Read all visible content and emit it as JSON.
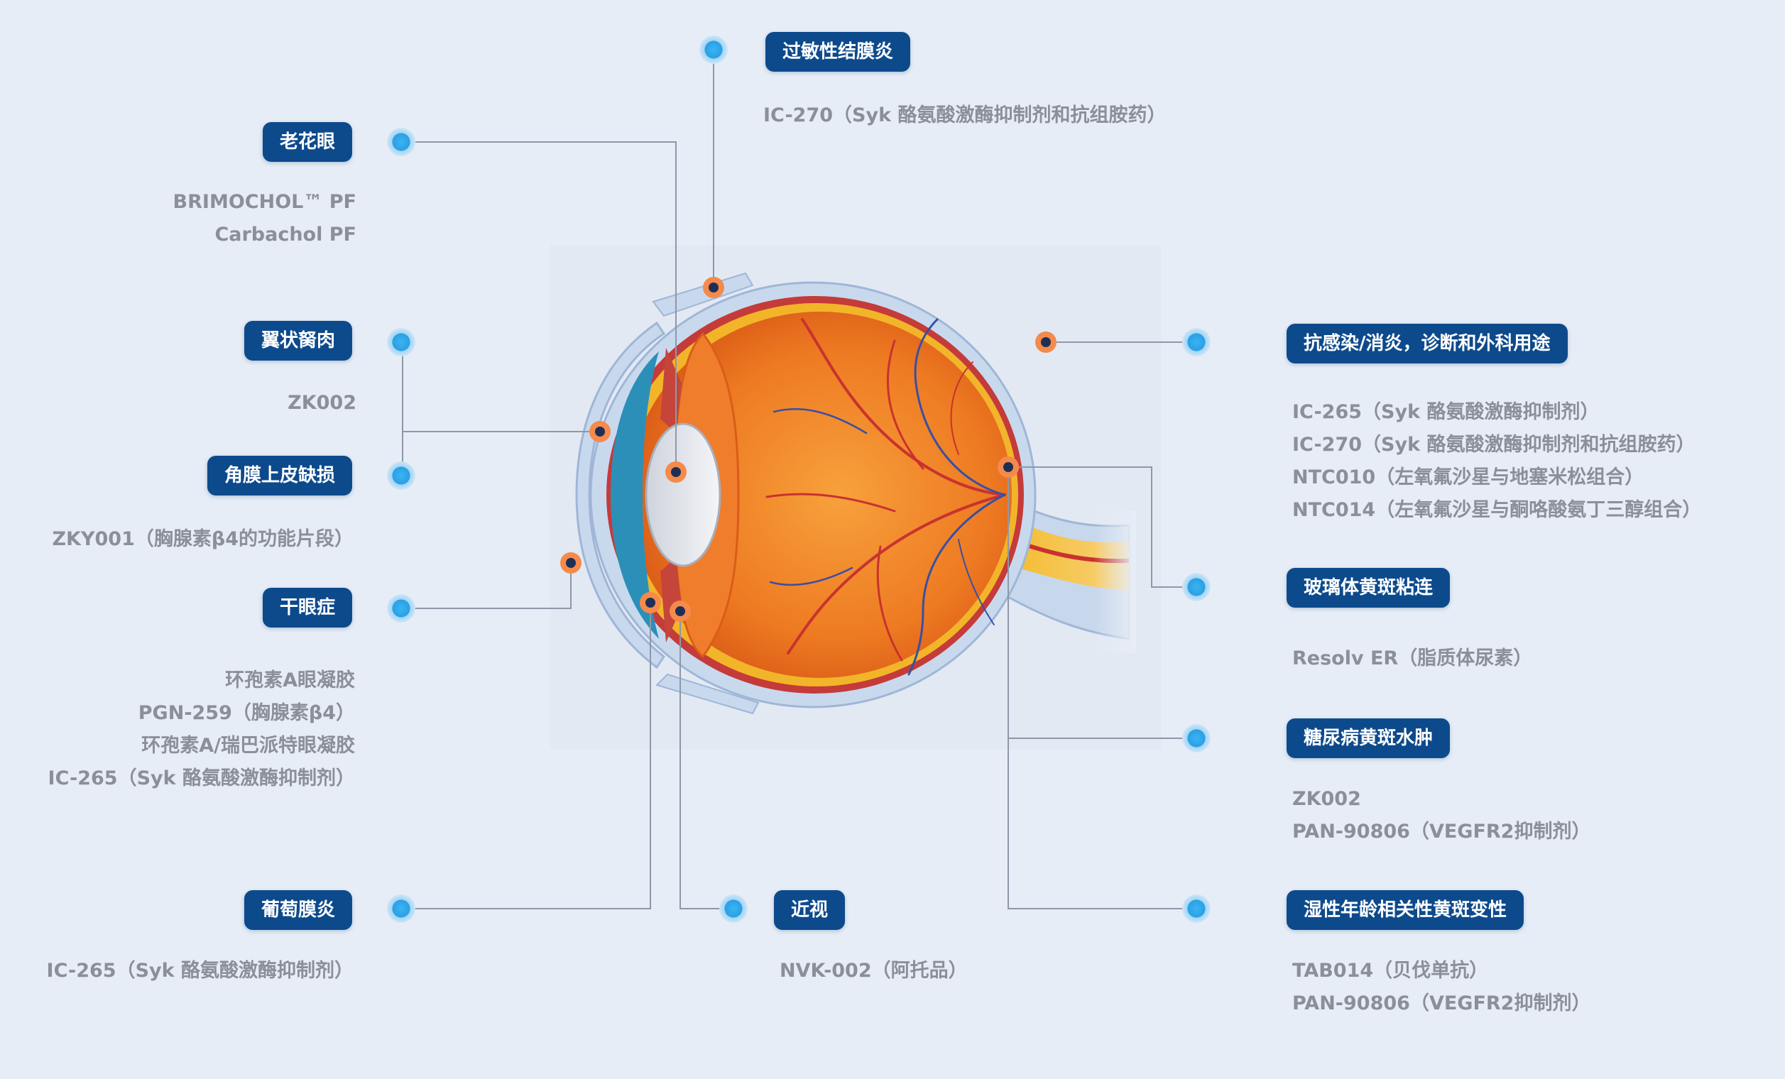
{
  "colors": {
    "background": "#e7edf6",
    "tag_bg": "#0d4a8c",
    "tag_text": "#ffffff",
    "desc_text": "#8b8f97",
    "connector": "#8e98a8",
    "node_blue": "#2fa8ea",
    "pin_orange": "#f58a4b",
    "pin_core": "#1e2f55"
  },
  "conditions": {
    "allergic_conjunctivitis": {
      "label": "过敏性结膜炎",
      "products": [
        "IC-270（Syk 酪氨酸激酶抑制剂和抗组胺药）"
      ]
    },
    "presbyopia": {
      "label": "老花眼",
      "products": [
        "BRIMOCHOL™ PF",
        "Carbachol PF"
      ]
    },
    "pterygium": {
      "label": "翼状胬肉",
      "products": [
        "ZK002"
      ]
    },
    "corneal_epithelial_defect": {
      "label": "角膜上皮缺损",
      "products": [
        "ZKY001（胸腺素β4的功能片段）"
      ]
    },
    "dry_eye": {
      "label": "干眼症",
      "products": [
        "环孢素A眼凝胶",
        "PGN-259（胸腺素β4）",
        "环孢素A/瑞巴派特眼凝胶",
        "IC-265（Syk 酪氨酸激酶抑制剂）"
      ]
    },
    "uveitis": {
      "label": "葡萄膜炎",
      "products": [
        "IC-265（Syk 酪氨酸激酶抑制剂）"
      ]
    },
    "myopia": {
      "label": "近视",
      "products": [
        "NVK-002（阿托品）"
      ]
    },
    "anti_infection": {
      "label": "抗感染/消炎，诊断和外科用途",
      "products": [
        "IC-265（Syk 酪氨酸激酶抑制剂）",
        "IC-270（Syk 酪氨酸激酶抑制剂和抗组胺药）",
        "NTC010（左氧氟沙星与地塞米松组合）",
        "NTC014（左氧氟沙星与酮咯酸氨丁三醇组合）"
      ]
    },
    "vitreomacular_adhesion": {
      "label": "玻璃体黄斑粘连",
      "products": [
        "Resolv ER（脂质体尿素）"
      ]
    },
    "diabetic_macular_edema": {
      "label": "糖尿病黄斑水肿",
      "products": [
        "ZK002",
        "PAN-90806（VEGFR2抑制剂）"
      ]
    },
    "wet_amd": {
      "label": "湿性年龄相关性黄斑变性",
      "products": [
        "TAB014（贝伐单抗）",
        "PAN-90806（VEGFR2抑制剂）"
      ]
    }
  }
}
